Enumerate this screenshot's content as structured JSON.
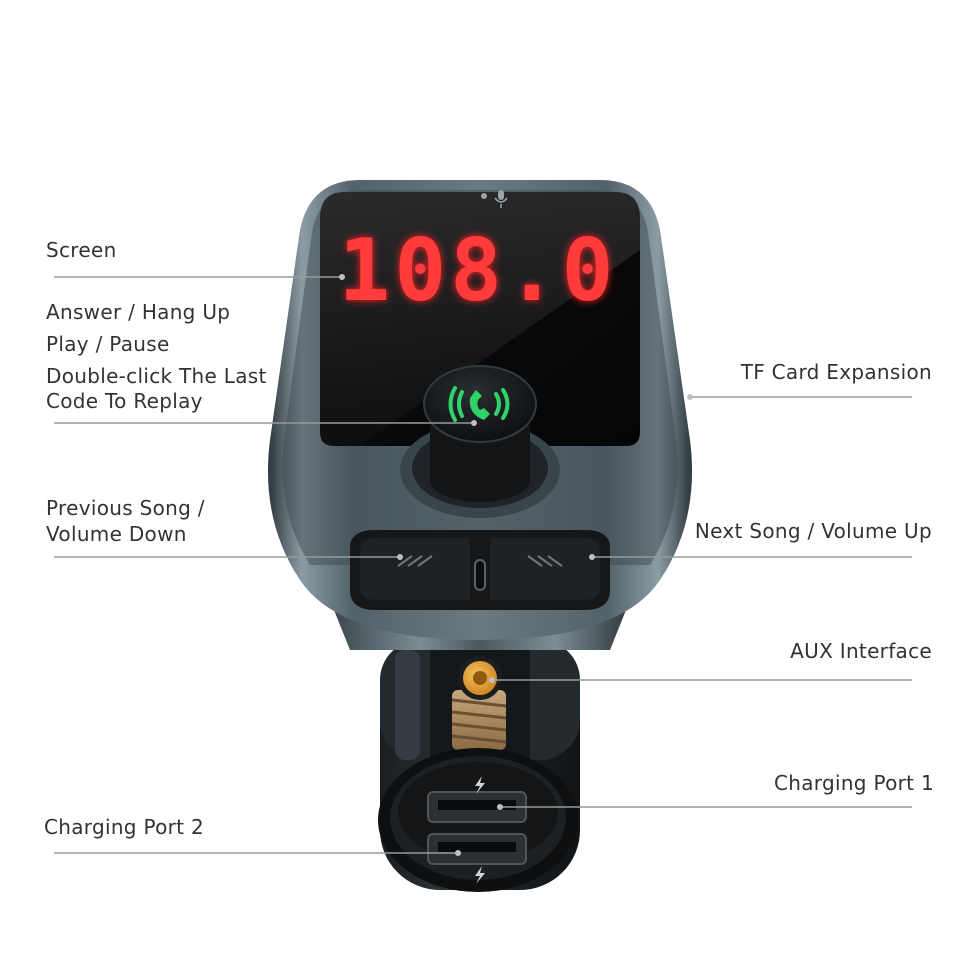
{
  "display": {
    "frequency": "108.0"
  },
  "labels": {
    "screen": "Screen",
    "answer_line1": "Answer / Hang Up",
    "answer_line2": "Play / Pause",
    "answer_line3": "Double-click The Last",
    "answer_line4": "Code To Replay",
    "tf_card": "TF Card Expansion",
    "previous_line1": "Previous Song /",
    "previous_line2": "Volume Down",
    "next": "Next Song / Volume Up",
    "aux": "AUX Interface",
    "charging_port_1": "Charging Port 1",
    "charging_port_2": "Charging Port 2"
  },
  "colors": {
    "background": "#ffffff",
    "label_text": "#333333",
    "leader_line": "#9a9a9a",
    "display_digits": "#ff3b3b",
    "phone_icon": "#2fd36a",
    "aux_port": "#e8a028",
    "body_metal": "#5a6a72"
  },
  "icons": [
    "microphone-icon",
    "phone-call-icon",
    "previous-icon",
    "next-icon",
    "usb-c-icon",
    "lightning-icon"
  ]
}
